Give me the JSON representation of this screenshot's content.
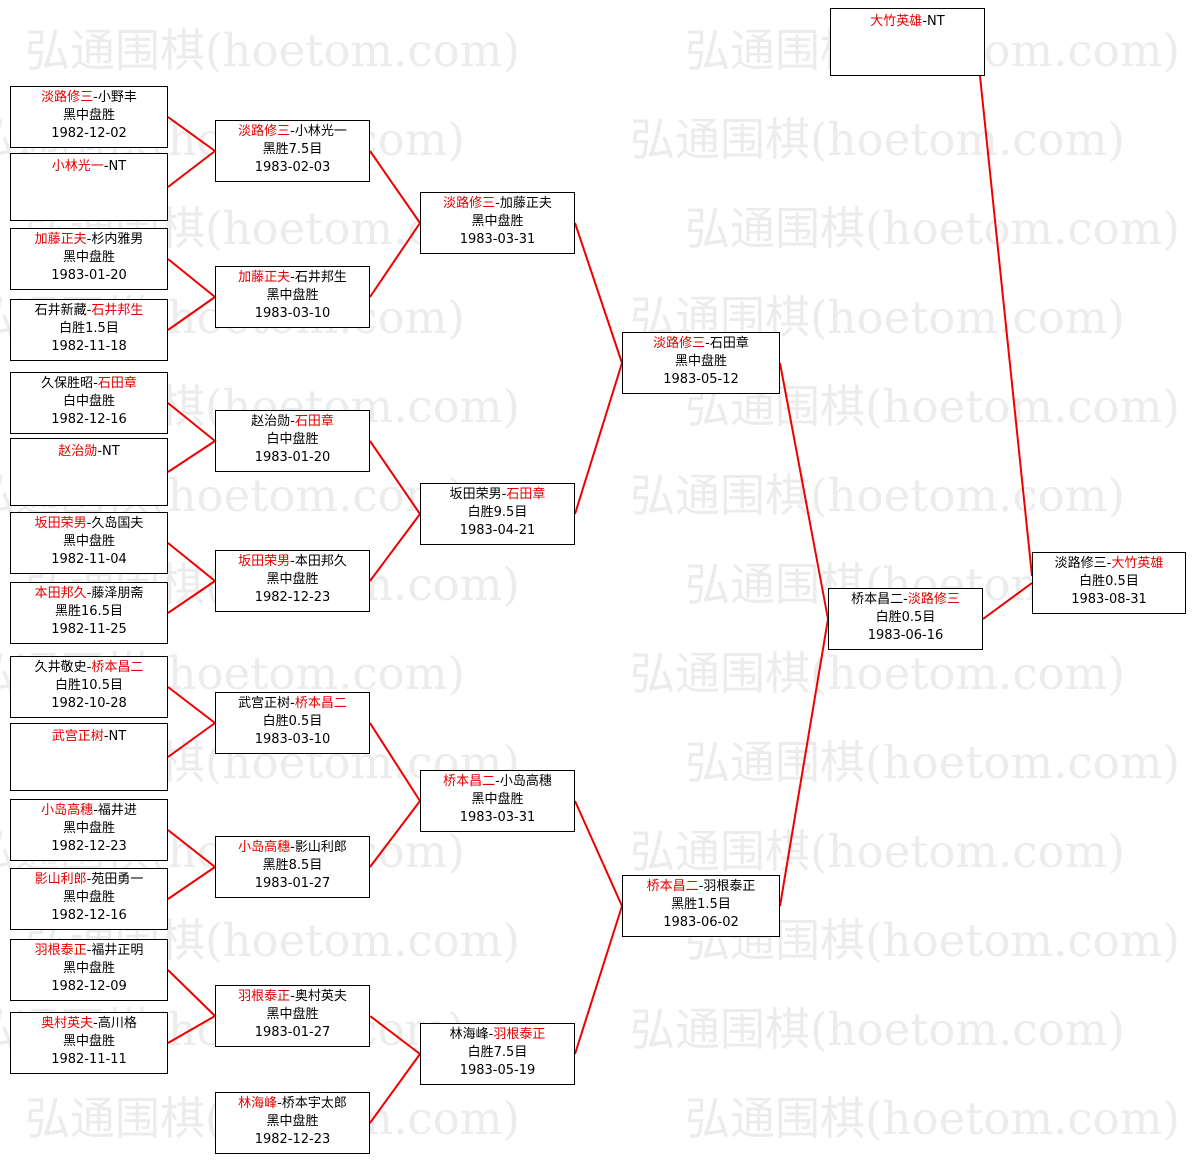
{
  "watermark": {
    "text": "弘通围棋(hoetom.com)",
    "color": "#ececec"
  },
  "colors": {
    "winner_name": "#e60000",
    "connector": "#ee0000",
    "box_border": "#000000"
  },
  "glyphs": {
    "dash": "-"
  },
  "matches": {
    "r1b1": {
      "p1": "淡路修三",
      "p2": "小野丰",
      "p1c": "red",
      "p2c": "blk",
      "result": "黑中盘胜",
      "date": "1982-12-02"
    },
    "r1b2": {
      "p1": "小林光一",
      "p2": "NT",
      "p1c": "red",
      "p2c": "blk"
    },
    "r1b3": {
      "p1": "加藤正夫",
      "p2": "杉内雅男",
      "p1c": "red",
      "p2c": "blk",
      "result": "黑中盘胜",
      "date": "1983-01-20"
    },
    "r1b4": {
      "p1": "石井新藏",
      "p2": "石井邦生",
      "p1c": "blk",
      "p2c": "red",
      "result": "白胜1.5目",
      "date": "1982-11-18"
    },
    "r1b5": {
      "p1": "久保胜昭",
      "p2": "石田章",
      "p1c": "blk",
      "p2c": "red",
      "result": "白中盘胜",
      "date": "1982-12-16"
    },
    "r1b6": {
      "p1": "赵治勋",
      "p2": "NT",
      "p1c": "red",
      "p2c": "blk"
    },
    "r1b7": {
      "p1": "坂田荣男",
      "p2": "久岛国夫",
      "p1c": "red",
      "p2c": "blk",
      "result": "黑中盘胜",
      "date": "1982-11-04"
    },
    "r1b8": {
      "p1": "本田邦久",
      "p2": "藤泽朋斋",
      "p1c": "red",
      "p2c": "blk",
      "result": "黑胜16.5目",
      "date": "1982-11-25"
    },
    "r1b9": {
      "p1": "久井敬史",
      "p2": "桥本昌二",
      "p1c": "blk",
      "p2c": "red",
      "result": "白胜10.5目",
      "date": "1982-10-28"
    },
    "r1b10": {
      "p1": "武宫正树",
      "p2": "NT",
      "p1c": "red",
      "p2c": "blk"
    },
    "r1b11": {
      "p1": "小岛高穗",
      "p2": "福井进",
      "p1c": "red",
      "p2c": "blk",
      "result": "黑中盘胜",
      "date": "1982-12-23"
    },
    "r1b12": {
      "p1": "影山利郎",
      "p2": "苑田勇一",
      "p1c": "red",
      "p2c": "blk",
      "result": "黑中盘胜",
      "date": "1982-12-16"
    },
    "r1b13": {
      "p1": "羽根泰正",
      "p2": "福井正明",
      "p1c": "red",
      "p2c": "blk",
      "result": "黑中盘胜",
      "date": "1982-12-09"
    },
    "r1b14": {
      "p1": "奥村英夫",
      "p2": "高川格",
      "p1c": "red",
      "p2c": "blk",
      "result": "黑中盘胜",
      "date": "1982-11-11"
    },
    "r2b1": {
      "p1": "淡路修三",
      "p2": "小林光一",
      "p1c": "red",
      "p2c": "blk",
      "result": "黑胜7.5目",
      "date": "1983-02-03"
    },
    "r2b2": {
      "p1": "加藤正夫",
      "p2": "石井邦生",
      "p1c": "red",
      "p2c": "blk",
      "result": "黑中盘胜",
      "date": "1983-03-10"
    },
    "r2b3": {
      "p1": "赵治勋",
      "p2": "石田章",
      "p1c": "blk",
      "p2c": "red",
      "result": "白中盘胜",
      "date": "1983-01-20"
    },
    "r2b4": {
      "p1": "坂田荣男",
      "p2": "本田邦久",
      "p1c": "red",
      "p2c": "blk",
      "result": "黑中盘胜",
      "date": "1982-12-23"
    },
    "r2b5": {
      "p1": "武宫正树",
      "p2": "桥本昌二",
      "p1c": "blk",
      "p2c": "red",
      "result": "白胜0.5目",
      "date": "1983-03-10"
    },
    "r2b6": {
      "p1": "小岛高穗",
      "p2": "影山利郎",
      "p1c": "red",
      "p2c": "blk",
      "result": "黑胜8.5目",
      "date": "1983-01-27"
    },
    "r2b7": {
      "p1": "羽根泰正",
      "p2": "奥村英夫",
      "p1c": "red",
      "p2c": "blk",
      "result": "黑中盘胜",
      "date": "1983-01-27"
    },
    "r2b8": {
      "p1": "林海峰",
      "p2": "桥本宇太郎",
      "p1c": "red",
      "p2c": "blk",
      "result": "黑中盘胜",
      "date": "1982-12-23"
    },
    "r3b1": {
      "p1": "淡路修三",
      "p2": "加藤正夫",
      "p1c": "red",
      "p2c": "blk",
      "result": "黑中盘胜",
      "date": "1983-03-31"
    },
    "r3b2": {
      "p1": "坂田荣男",
      "p2": "石田章",
      "p1c": "blk",
      "p2c": "red",
      "result": "白胜9.5目",
      "date": "1983-04-21"
    },
    "r3b3": {
      "p1": "桥本昌二",
      "p2": "小岛高穗",
      "p1c": "red",
      "p2c": "blk",
      "result": "黑中盘胜",
      "date": "1983-03-31"
    },
    "r3b4": {
      "p1": "林海峰",
      "p2": "羽根泰正",
      "p1c": "blk",
      "p2c": "red",
      "result": "白胜7.5目",
      "date": "1983-05-19"
    },
    "r4b1": {
      "p1": "淡路修三",
      "p2": "石田章",
      "p1c": "red",
      "p2c": "blk",
      "result": "黑中盘胜",
      "date": "1983-05-12"
    },
    "r4b2": {
      "p1": "桥本昌二",
      "p2": "羽根泰正",
      "p1c": "red",
      "p2c": "blk",
      "result": "黑胜1.5目",
      "date": "1983-06-02"
    },
    "sf": {
      "p1": "桥本昌二",
      "p2": "淡路修三",
      "p1c": "blk",
      "p2c": "red",
      "result": "白胜0.5目",
      "date": "1983-06-16"
    },
    "topnt": {
      "p1": "大竹英雄",
      "p2": "NT",
      "p1c": "red",
      "p2c": "blk"
    },
    "final": {
      "p1": "淡路修三",
      "p2": "大竹英雄",
      "p1c": "blk",
      "p2c": "red",
      "result": "白胜0.5目",
      "date": "1983-08-31"
    }
  }
}
